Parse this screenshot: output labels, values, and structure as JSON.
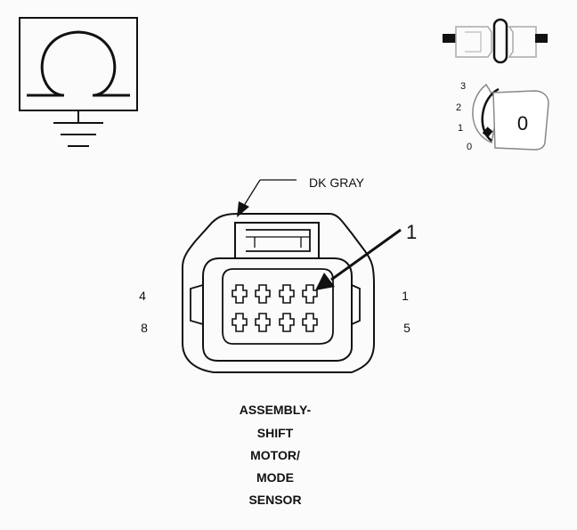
{
  "wire_color_label": "DK GRAY",
  "callout_number": "1",
  "pin_labels": {
    "top_left": "4",
    "bottom_left": "8",
    "top_right": "1",
    "bottom_right": "5"
  },
  "key_positions": [
    "3",
    "2",
    "1",
    "0"
  ],
  "key_symbol": "0",
  "ohmmeter_symbol": "Ω",
  "caption_lines": [
    "ASSEMBLY-",
    "SHIFT",
    "MOTOR/",
    "MODE",
    "SENSOR"
  ]
}
